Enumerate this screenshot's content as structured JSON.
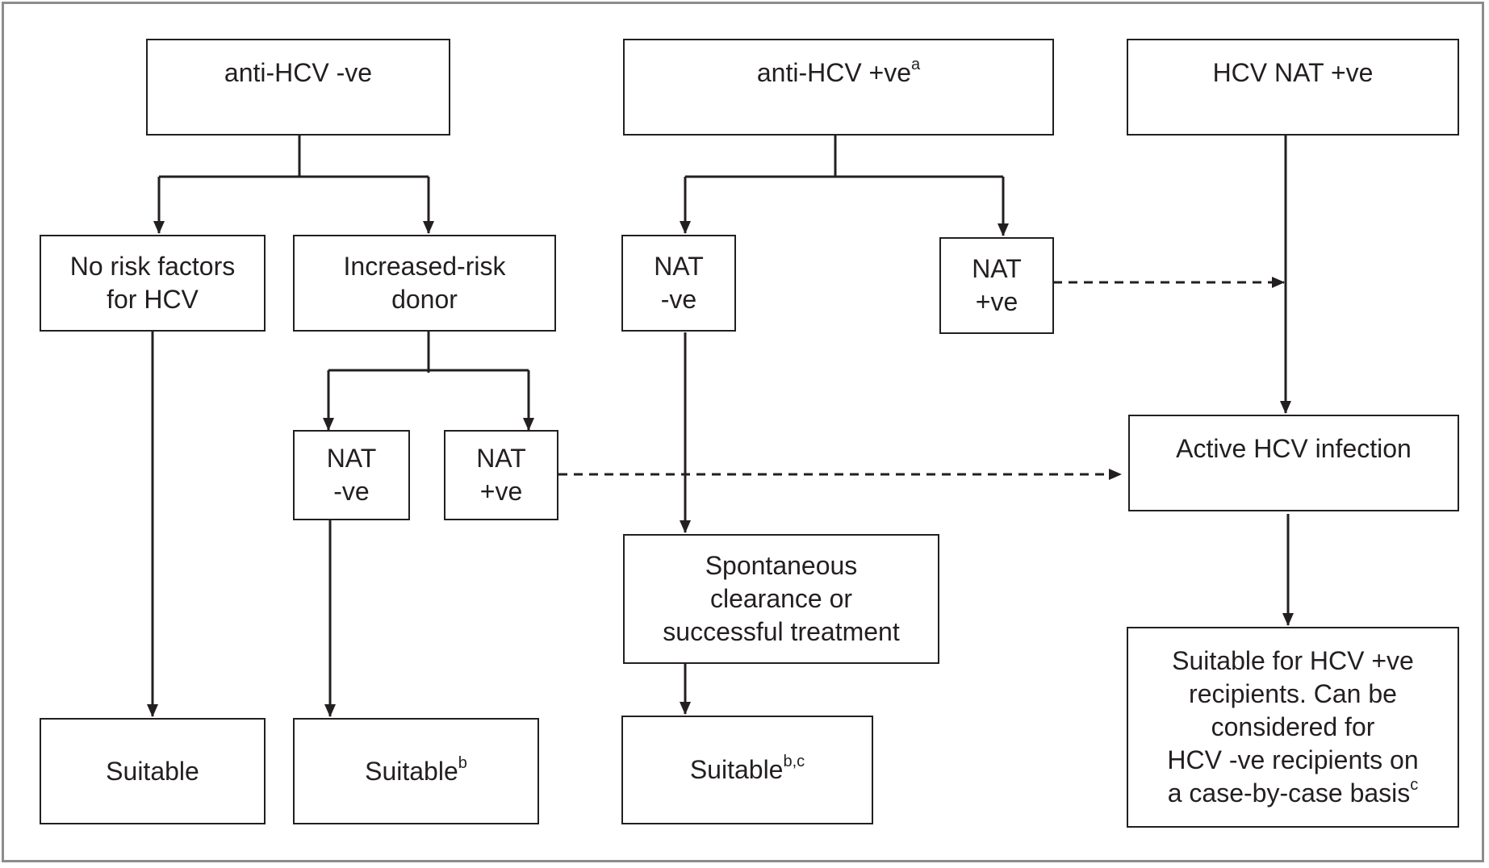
{
  "nodes": {
    "anti_hcv_neg": {
      "line1": "anti-HCV -ve"
    },
    "anti_hcv_pos": {
      "line1": "anti-HCV +ve",
      "sup": "a"
    },
    "hcv_nat_pos": {
      "line1": "HCV NAT +ve"
    },
    "no_risk": {
      "line1": "No risk factors",
      "line2": "for HCV"
    },
    "increased_risk": {
      "line1": "Increased-risk",
      "line2": "donor"
    },
    "nat_neg_mid": {
      "line1": "NAT",
      "line2": "-ve"
    },
    "nat_pos_mid": {
      "line1": "NAT",
      "line2": "+ve"
    },
    "nat_neg_left": {
      "line1": "NAT",
      "line2": "-ve"
    },
    "nat_pos_left": {
      "line1": "NAT",
      "line2": "+ve"
    },
    "active_infection": {
      "line1": "Active HCV infection"
    },
    "clearance": {
      "line1": "Spontaneous",
      "line2": "clearance or",
      "line3": "successful treatment"
    },
    "suitable_1": {
      "line1": "Suitable"
    },
    "suitable_2": {
      "line1": "Suitable",
      "sup": "b"
    },
    "suitable_3": {
      "line1": "Suitable",
      "sup": "b,c"
    },
    "suitable_hcv_pos": {
      "line1": "Suitable for HCV +ve",
      "line2": "recipients. Can be",
      "line3": "considered for",
      "line4": "HCV -ve recipients on",
      "line5": "a case-by-case basis",
      "sup": "c"
    }
  },
  "edges": [
    {
      "from": "anti_hcv_neg",
      "to": "no_risk",
      "style": "solid"
    },
    {
      "from": "anti_hcv_neg",
      "to": "increased_risk",
      "style": "solid"
    },
    {
      "from": "anti_hcv_pos",
      "to": "nat_neg_mid",
      "style": "solid"
    },
    {
      "from": "anti_hcv_pos",
      "to": "nat_pos_mid",
      "style": "solid"
    },
    {
      "from": "nat_pos_mid",
      "to": "active_infection",
      "style": "dashed"
    },
    {
      "from": "hcv_nat_pos",
      "to": "active_infection",
      "style": "solid"
    },
    {
      "from": "no_risk",
      "to": "suitable_1",
      "style": "solid"
    },
    {
      "from": "increased_risk",
      "to": "nat_neg_left",
      "style": "solid"
    },
    {
      "from": "increased_risk",
      "to": "nat_pos_left",
      "style": "solid"
    },
    {
      "from": "nat_neg_left",
      "to": "suitable_2",
      "style": "solid"
    },
    {
      "from": "nat_pos_left",
      "to": "active_infection",
      "style": "dashed"
    },
    {
      "from": "nat_neg_mid",
      "to": "clearance",
      "style": "solid"
    },
    {
      "from": "clearance",
      "to": "suitable_3",
      "style": "solid"
    },
    {
      "from": "active_infection",
      "to": "suitable_hcv_pos",
      "style": "solid"
    }
  ],
  "colors": {
    "ink": "#231f20",
    "frame": "#8c8c8c",
    "background": "#ffffff"
  }
}
